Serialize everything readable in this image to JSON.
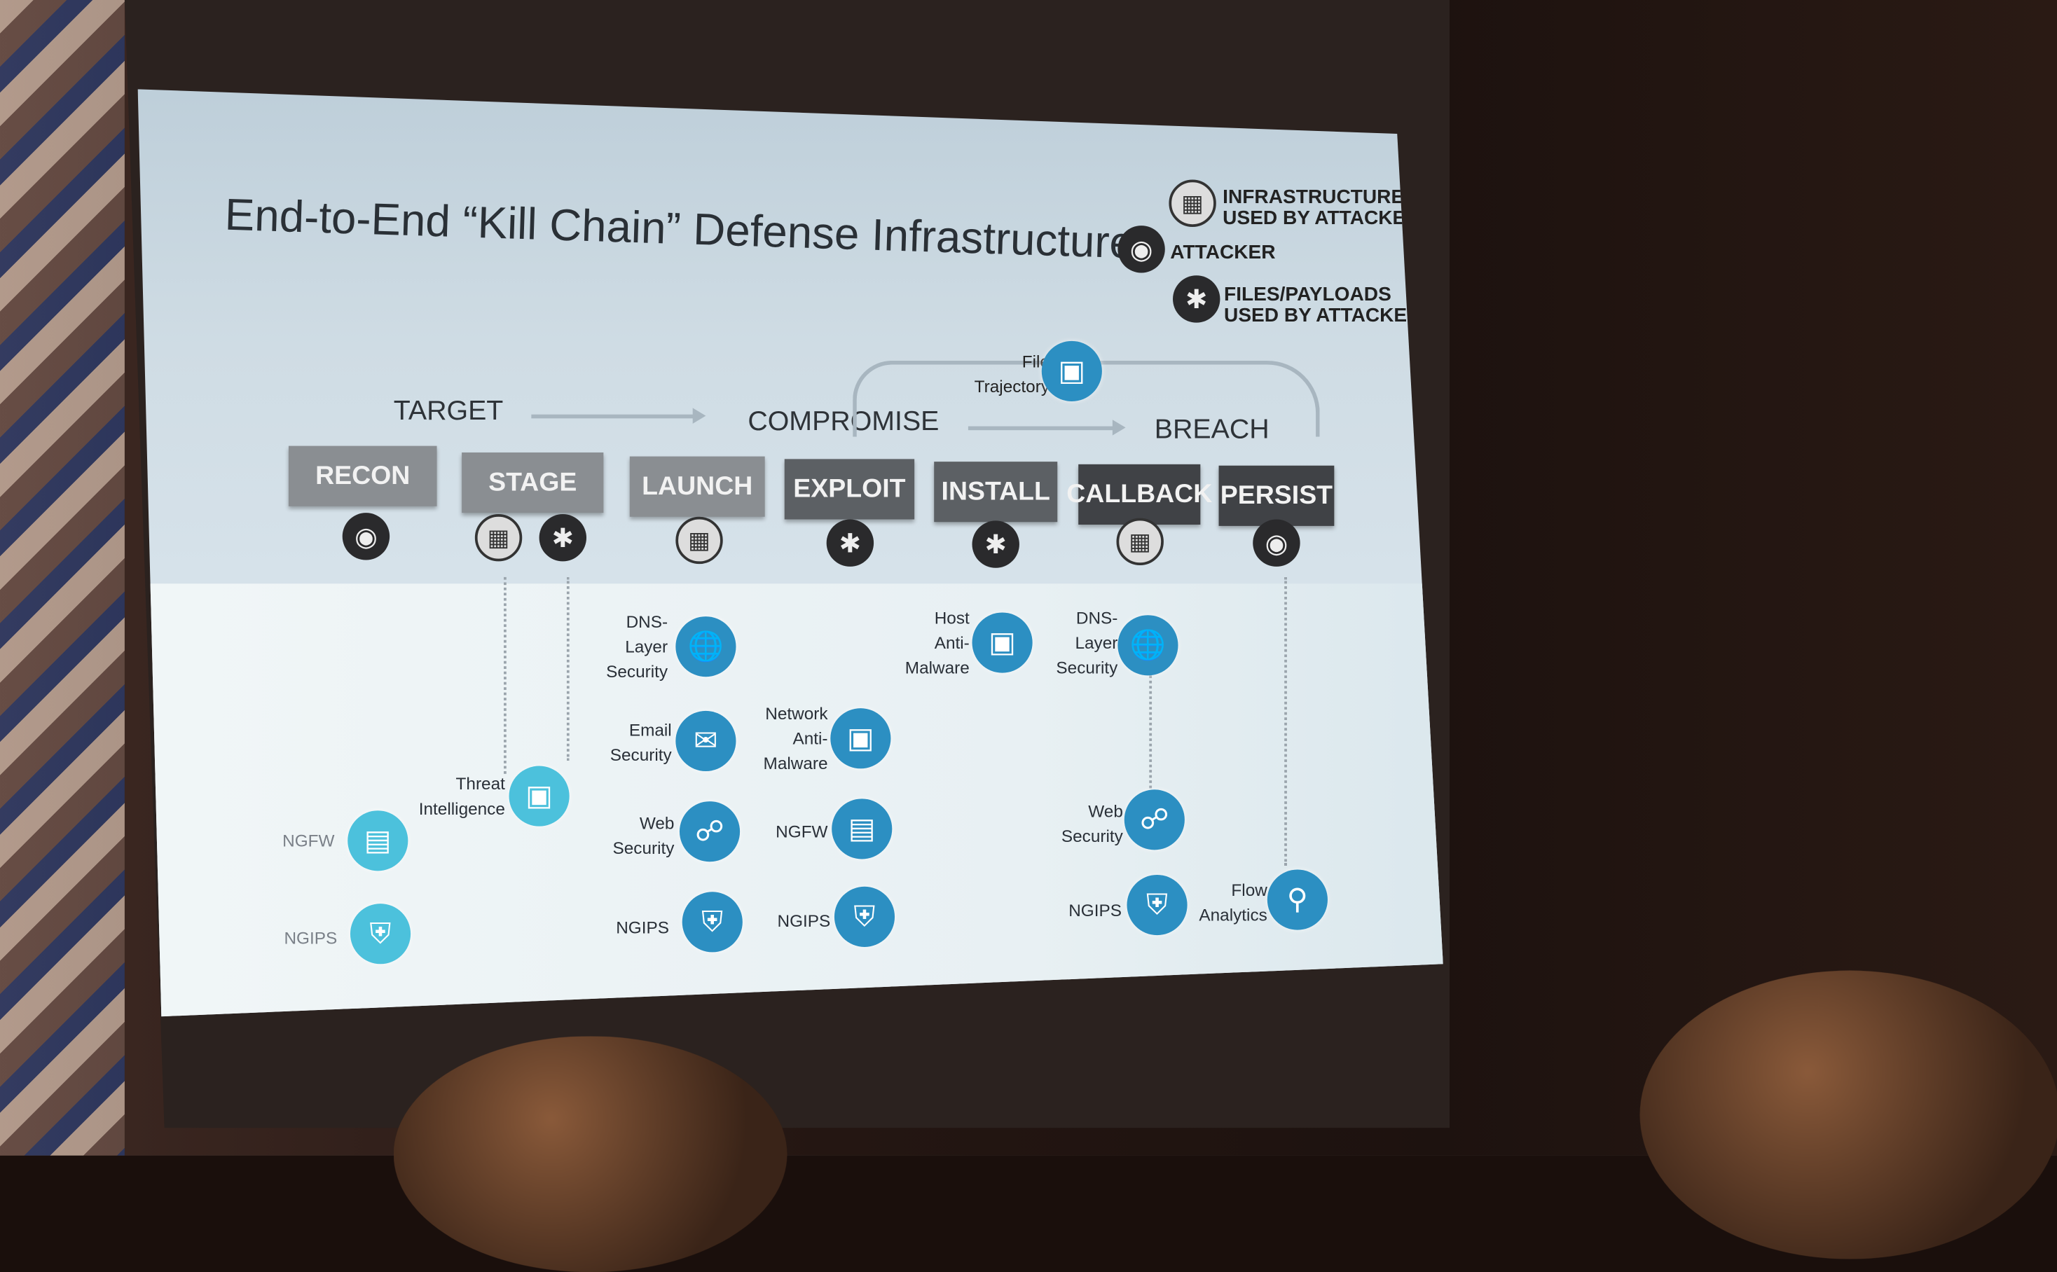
{
  "slide": {
    "title": "End-to-End “Kill Chain” Defense Infrastructure",
    "legend": [
      {
        "icon": "globe-grid-icon",
        "label": "INFRASTRUCTURE\nUSED BY ATTACKER"
      },
      {
        "icon": "spy-hat-icon",
        "label": "ATTACKER"
      },
      {
        "icon": "bug-icon",
        "label": "FILES/PAYLOADS\nUSED BY ATTACKER"
      }
    ],
    "phases": [
      "TARGET",
      "COMPROMISE",
      "BREACH"
    ],
    "file_trajectory": "File\nTrajectory",
    "stages": [
      "RECON",
      "STAGE",
      "LAUNCH",
      "EXPLOIT",
      "INSTALL",
      "CALLBACK",
      "PERSIST"
    ],
    "defenses": [
      {
        "label": "NGFW",
        "icon": "firewall-icon"
      },
      {
        "label": "NGIPS",
        "icon": "shield-icon"
      },
      {
        "label": "Threat\nIntelligence",
        "icon": "screen-icon"
      },
      {
        "label": "DNS-\nLayer\nSecurity",
        "icon": "globe-icon"
      },
      {
        "label": "Email\nSecurity",
        "icon": "envelope-icon"
      },
      {
        "label": "Web\nSecurity",
        "icon": "web-security-icon"
      },
      {
        "label": "NGIPS",
        "icon": "shield-icon"
      },
      {
        "label": "Network\nAnti-\nMalware",
        "icon": "laptop-shield-icon"
      },
      {
        "label": "NGFW",
        "icon": "firewall-icon"
      },
      {
        "label": "NGIPS",
        "icon": "shield-icon"
      },
      {
        "label": "Host\nAnti-\nMalware",
        "icon": "laptop-shield-icon"
      },
      {
        "label": "DNS-\nLayer\nSecurity",
        "icon": "globe-icon"
      },
      {
        "label": "Web\nSecurity",
        "icon": "web-security-icon"
      },
      {
        "label": "NGIPS",
        "icon": "shield-icon"
      },
      {
        "label": "Flow\nAnalytics",
        "icon": "magnifier-icon"
      }
    ]
  }
}
